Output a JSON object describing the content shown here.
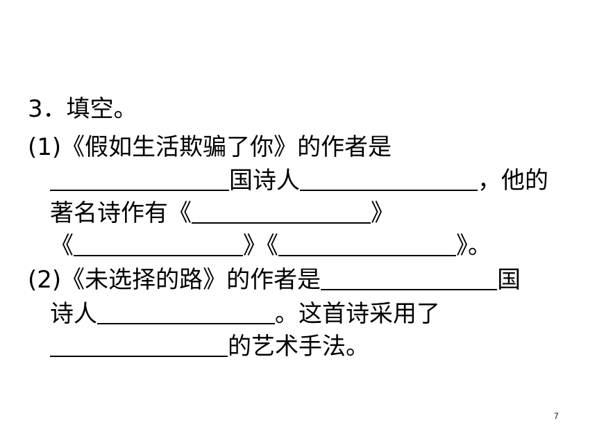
{
  "question": {
    "title": "3．填空。",
    "item1": {
      "number": "(1)",
      "line1_text": "《假如生活欺骗了你》的作者是",
      "line2_mid": "国诗人",
      "line2_end": "，他的",
      "line3_text": "著名诗作有《",
      "line3_end": "》",
      "line4_open1": "《",
      "line4_close1": "》",
      "line4_open2": "《",
      "line4_close2": "》",
      "line4_end": "。"
    },
    "item2": {
      "number": "(2)",
      "line1_text": "《未选择的路》的作者是",
      "line1_end": "国",
      "line2_text": "诗人",
      "line2_end": "。这首诗采用了",
      "line3_end": "的艺术手法。"
    }
  },
  "page_number": "7"
}
